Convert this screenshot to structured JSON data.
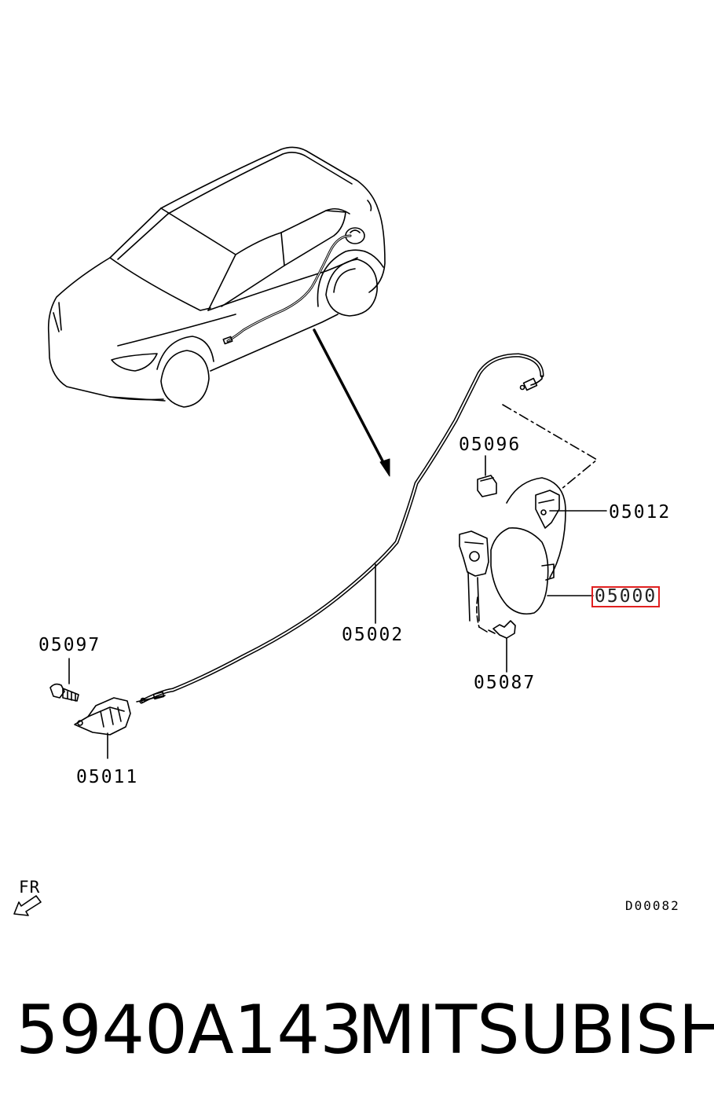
{
  "callouts": {
    "p05096": "05096",
    "p05012": "05012",
    "p05000": "05000",
    "p05002": "05002",
    "p05097": "05097",
    "p05087": "05087",
    "p05011": "05011"
  },
  "highlighted_part": "05000",
  "highlight_color": "#e02020",
  "direction_label": "FR",
  "diagram_ref": "D00082",
  "footer": {
    "part_number": "5940A143",
    "brand": "MITSUBISHI"
  }
}
